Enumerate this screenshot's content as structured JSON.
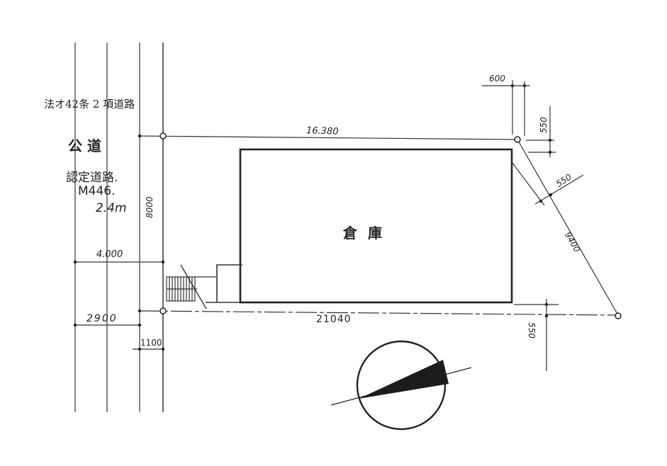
{
  "road": {
    "law_label": "法オ42条 2 項道路",
    "public_road": "公  道",
    "certified_road": "認定道路.",
    "road_id": "M446.",
    "road_width": "2.4m"
  },
  "building": {
    "label": "倉 庫"
  },
  "dimensions": {
    "top_boundary": "16.380",
    "bottom_boundary": "21040",
    "left_depth": "8000",
    "road_4000": "4.000",
    "road_2900": "2900",
    "road_1100": "1100",
    "corner_600": "600",
    "corner_550_vertical": "550",
    "diagonal_offset": "550",
    "diagonal_length": "9400",
    "bottom_offset": "550"
  },
  "colors": {
    "ink": "#222222",
    "paper": "#ffffff"
  }
}
